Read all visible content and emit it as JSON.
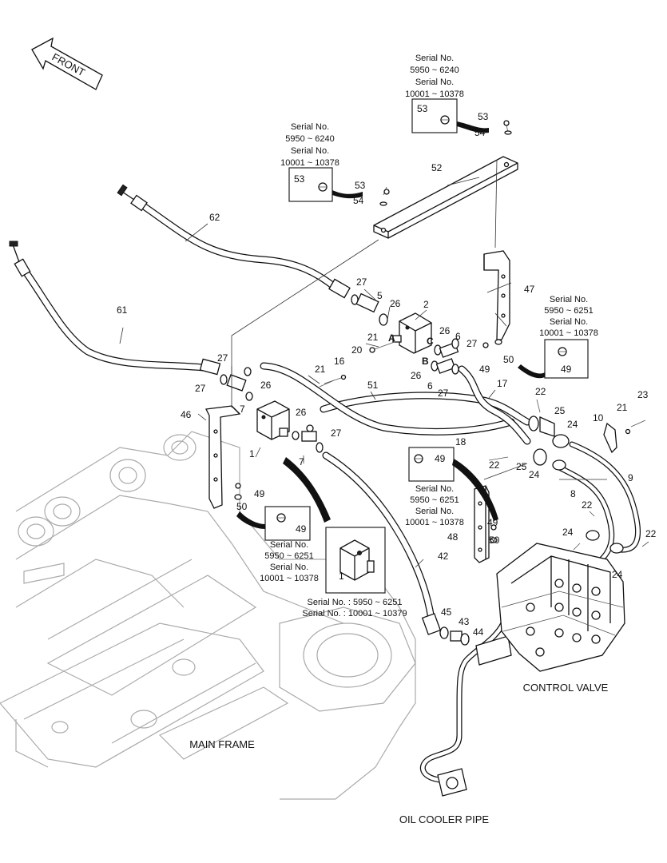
{
  "front_label": "FRONT",
  "captions": {
    "main_frame": "MAIN FRAME",
    "control_valve": "CONTROL VALVE",
    "oil_cooler_pipe": "OIL COOLER PIPE"
  },
  "serial_notes": {
    "top_right": [
      "Serial No.",
      "5950 ~ 6240",
      "Serial No.",
      "10001 ~ 10378"
    ],
    "top_left": [
      "Serial No.",
      "5950 ~ 6240",
      "Serial No.",
      "10001 ~ 10378"
    ],
    "right": [
      "Serial No.",
      "5950 ~ 6251",
      "Serial No.",
      "10001 ~ 10378"
    ],
    "middle": [
      "Serial No.",
      "5950 ~ 6251",
      "Serial No.",
      "10001 ~ 10378"
    ],
    "left": [
      "Serial No.",
      "5950 ~ 6251",
      "Serial No.",
      "10001 ~ 10378"
    ],
    "valve_detail": [
      "Serial No. : 5950 ~ 6251",
      "Serial No. : 10001 ~ 10379"
    ]
  },
  "callouts": {
    "c53_box_top": "53",
    "c53_top": "53",
    "c54_top": "54",
    "c52": "52",
    "c53_box_left": "53",
    "c53_left": "53",
    "c54_left": "54",
    "c62": "62",
    "c27_a": "27",
    "c5": "5",
    "c26_a": "26",
    "c2": "2",
    "c47": "47",
    "c61": "61",
    "c21_a": "21",
    "c20": "20",
    "c26_b": "26",
    "c6_a": "6",
    "c27_b": "27",
    "c26_c": "26",
    "c6_b": "6",
    "c27_c": "27",
    "c49_a": "49",
    "c50_a": "50",
    "c49_box_right": "49",
    "c27_d": "27",
    "c27_e": "27",
    "c26_d": "26",
    "c7_a": "7",
    "c16": "16",
    "c21_b": "21",
    "c51": "51",
    "c17": "17",
    "c22_a": "22",
    "c25_a": "25",
    "c24_a": "24",
    "c10": "10",
    "c21_c": "21",
    "c23": "23",
    "c46": "46",
    "c26_e": "26",
    "c27_f": "27",
    "c1_a": "1",
    "c7_b": "7",
    "c18": "18",
    "c49_box_mid": "49",
    "c22_b": "22",
    "c25_b": "25",
    "c24_b": "24",
    "c9": "9",
    "c8": "8",
    "c22_c": "22",
    "c49_b": "49",
    "c50_b": "50",
    "c48": "48",
    "c24_c": "24",
    "c22_d": "22",
    "c24_d": "24",
    "c49_c": "49",
    "c50_c": "50",
    "c49_box_left": "49",
    "c42": "42",
    "c1_b": "1",
    "c45": "45",
    "c43": "43",
    "c44": "44",
    "port_a": "A",
    "port_b": "B",
    "port_c": "C"
  }
}
